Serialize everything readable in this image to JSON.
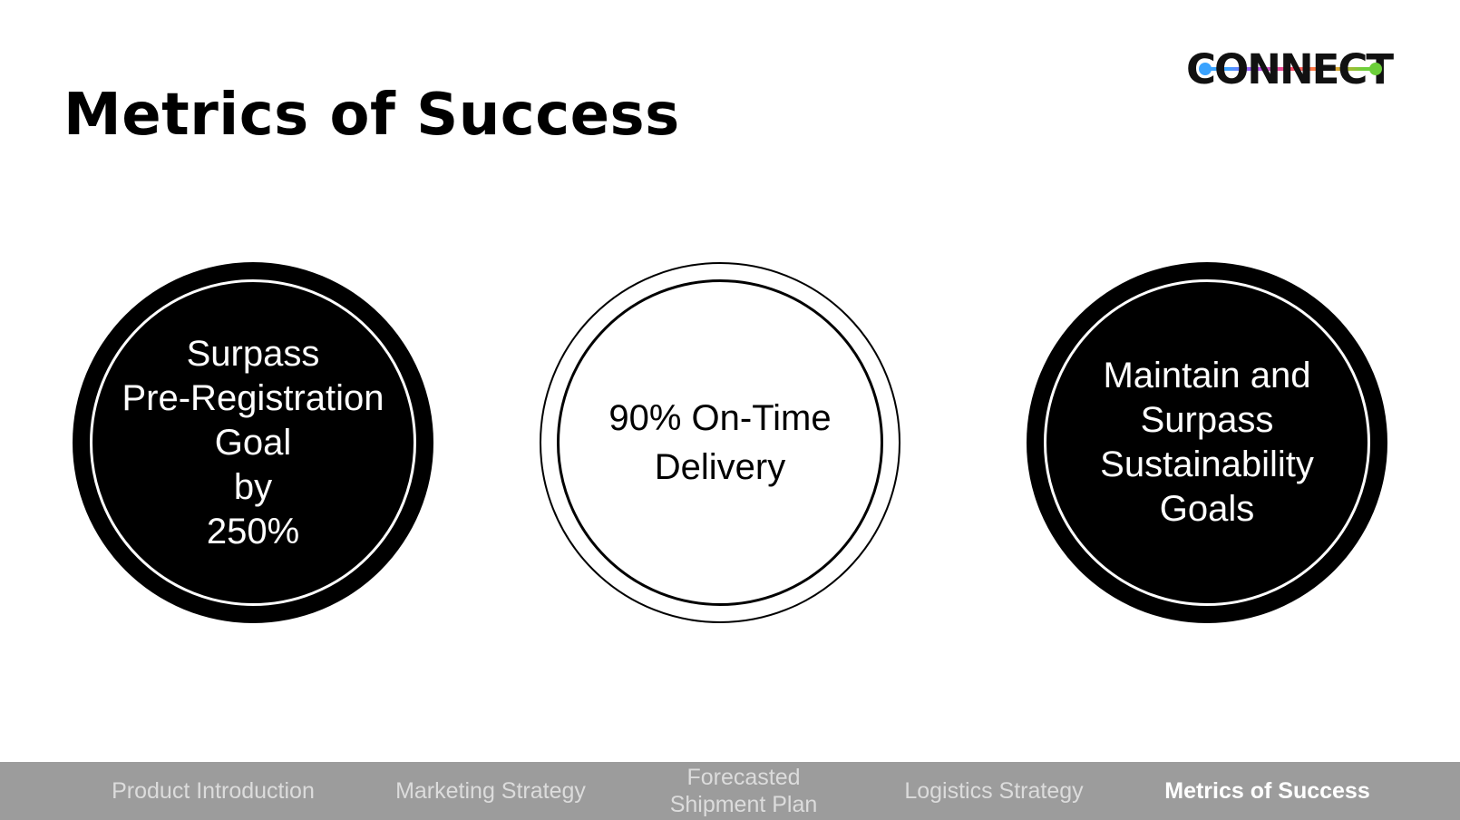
{
  "slide": {
    "title": "Metrics of Success"
  },
  "logo": {
    "text": "CONNECT",
    "colors": [
      "#3aa3ff",
      "#b14cff",
      "#ff4a6a",
      "#ff9a2e",
      "#6ccf3a"
    ]
  },
  "metrics": [
    {
      "text": "Surpass\nPre-Registration\nGoal\nby\n250%",
      "style": "dark"
    },
    {
      "text": "90% On-Time\nDelivery",
      "style": "light"
    },
    {
      "text": "Maintain and\nSurpass\nSustainability\nGoals",
      "style": "dark"
    }
  ],
  "nav": {
    "items": [
      {
        "label": "Product Introduction",
        "active": false
      },
      {
        "label": "Marketing Strategy",
        "active": false
      },
      {
        "label": "Forecasted\nShipment Plan",
        "active": false
      },
      {
        "label": "Logistics Strategy",
        "active": false
      },
      {
        "label": "Metrics of Success",
        "active": true
      }
    ],
    "background": "#9c9c9c",
    "inactive_color": "#dcdcdc",
    "active_color": "#ffffff"
  }
}
